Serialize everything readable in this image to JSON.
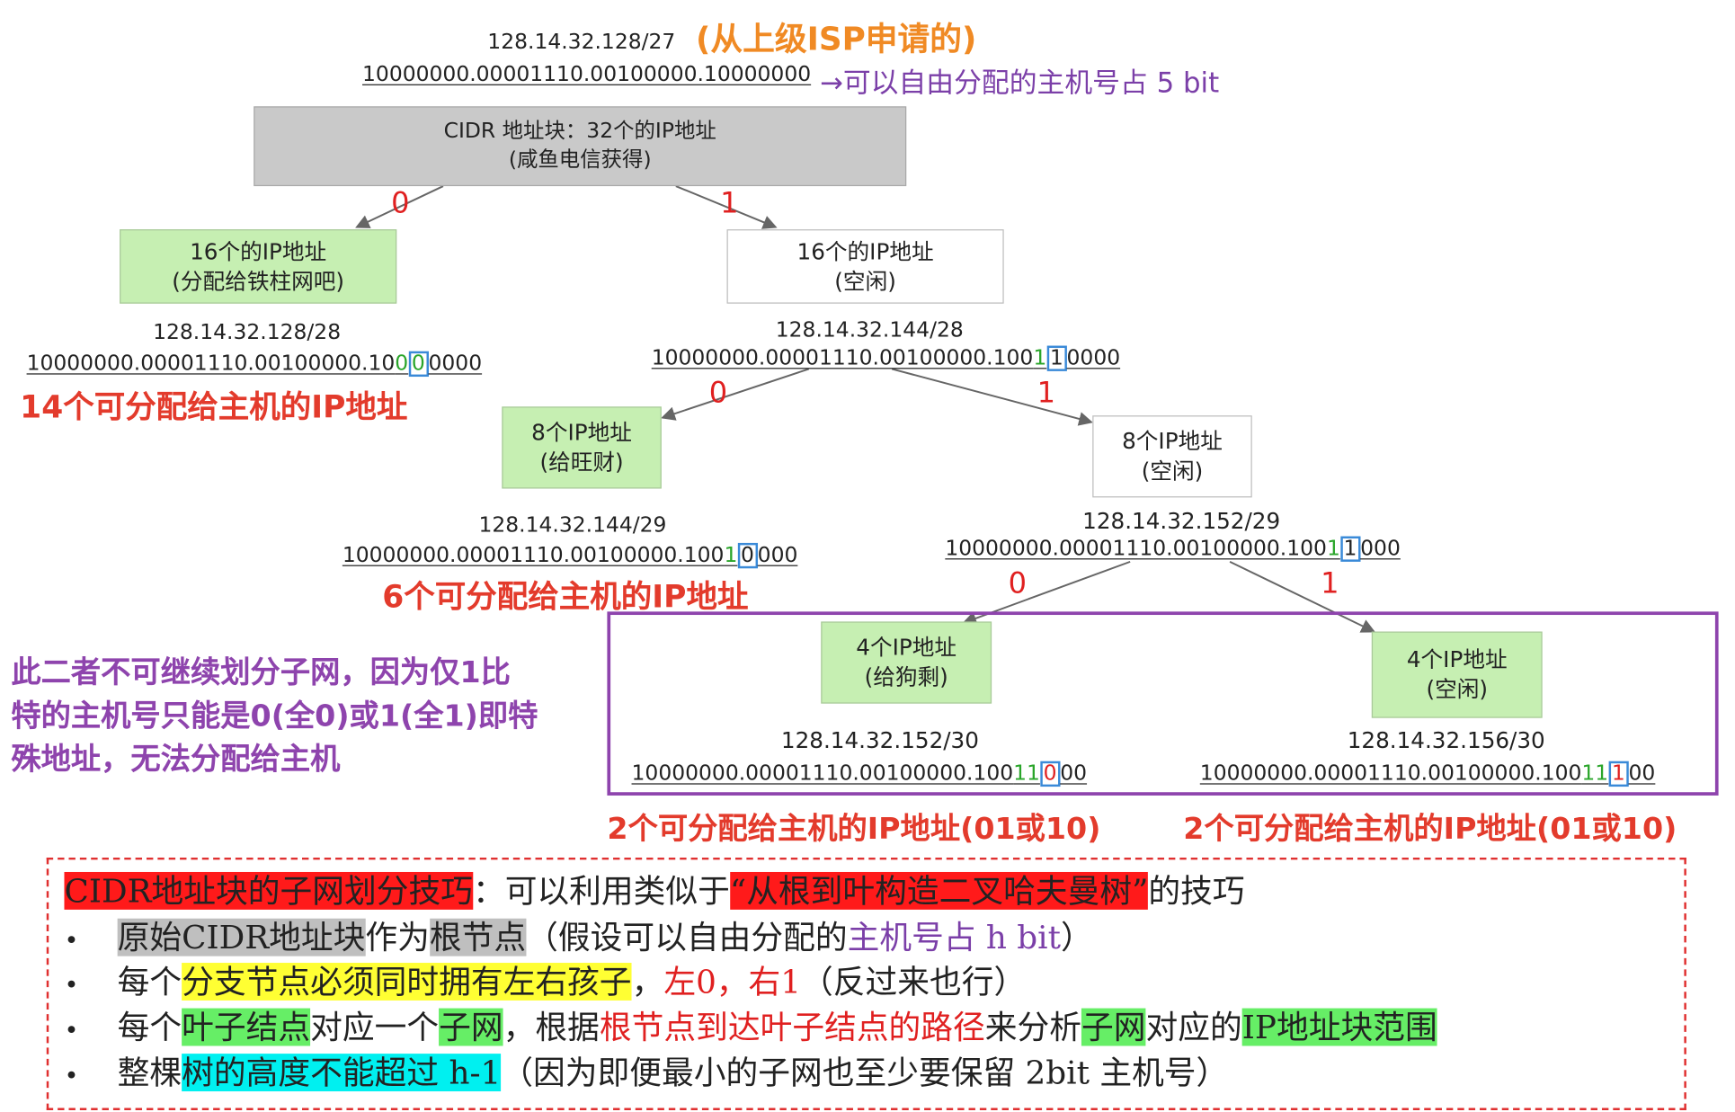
{
  "root": {
    "ip": "128.14.32.128/27",
    "source_note": "(从上级ISP申请的)",
    "binary": "10000000.00001110.00100000.10000000",
    "host_note": "→可以自由分配的主机号占 5 bit",
    "box_line1": "CIDR 地址块：32个的IP地址",
    "box_line2": "(咸鱼电信获得)"
  },
  "edges": {
    "zero": "0",
    "one": "1"
  },
  "left16": {
    "box_line1": "16个的IP地址",
    "box_line2": "(分配给铁柱网吧)",
    "ip": "128.14.32.128/28",
    "bin_pre": "10000000.00001110.00100000.10",
    "bin_green": "0",
    "bin_box": "0",
    "bin_post": "0000",
    "hosts": "14个可分配给主机的IP地址"
  },
  "right16": {
    "box_line1": "16个的IP地址",
    "box_line2": "(空闲)",
    "ip": "128.14.32.144/28",
    "bin_pre": "10000000.00001110.00100000.100",
    "bin_green": "1",
    "bin_box": "1",
    "bin_post": "0000"
  },
  "left8": {
    "box_line1": "8个IP地址",
    "box_line2": "(给旺财)",
    "ip": "128.14.32.144/29",
    "bin_pre": "10000000.00001110.00100000.100",
    "bin_green": "1",
    "bin_box": "0",
    "bin_post": "000",
    "hosts": "6个可分配给主机的IP地址"
  },
  "right8": {
    "box_line1": "8个IP地址",
    "box_line2": "(空闲)",
    "ip": "128.14.32.152/29",
    "bin_pre": "10000000.00001110.00100000.100",
    "bin_green": "1",
    "bin_box": "1",
    "bin_post": "000"
  },
  "left4": {
    "box_line1": "4个IP地址",
    "box_line2": "(给狗剩)",
    "ip": "128.14.32.152/30",
    "bin_pre": "10000000.00001110.00100000.100",
    "bin_green": "11",
    "bin_box": "0",
    "bin_post": "00",
    "hosts": "2个可分配给主机的IP地址(01或10)"
  },
  "right4": {
    "box_line1": "4个IP地址",
    "box_line2": "(空闲)",
    "ip": "128.14.32.156/30",
    "bin_pre": "10000000.00001110.00100000.100",
    "bin_green": "11",
    "bin_box": "1",
    "bin_post": "00",
    "hosts": "2个可分配给主机的IP地址(01或10)"
  },
  "side_note": {
    "line1": "此二者不可继续划分子网，因为仅1比",
    "line2": "特的主机号只能是0(全0)或1(全1)即特",
    "line3": "殊地址，无法分配给主机"
  },
  "legend": {
    "title": "CIDR地址块的子网划分技巧",
    "title_sep": "：可以利用类似于",
    "title_quote": "“从根到叶构造二叉哈夫曼树”",
    "title_end": "的技巧",
    "bullet": "•",
    "b1_a": "原始CIDR地址块",
    "b1_b": "作为",
    "b1_c": "根节点",
    "b1_d": "（假设可以自由分配的",
    "b1_e": "主机号占 h bit",
    "b1_f": "）",
    "b2_a": "每个",
    "b2_b": "分支节点必须同时拥有左右孩子",
    "b2_c": "，",
    "b2_d": "左0，右1",
    "b2_e": "（反过来也行）",
    "b3_a": "每个",
    "b3_b": "叶子结点",
    "b3_c": "对应一个",
    "b3_d": "子网",
    "b3_e": "，根据",
    "b3_f": "根节点到达叶子结点的路径",
    "b3_g": "来分析",
    "b3_h": "子网",
    "b3_i": "对应的",
    "b3_j": "IP地址块范围",
    "b4_a": "整棵",
    "b4_b": "树的高度不能超过 h-1",
    "b4_c": "（因为即便最小的子网也至少要保留 2bit 主机号）"
  },
  "colors": {
    "edge_label": "#e02020",
    "leaf_box": "#c6efb2",
    "root_box": "#c9c9c9",
    "frame": "#8e44ad",
    "highlight_box": "#3a8ad8"
  }
}
